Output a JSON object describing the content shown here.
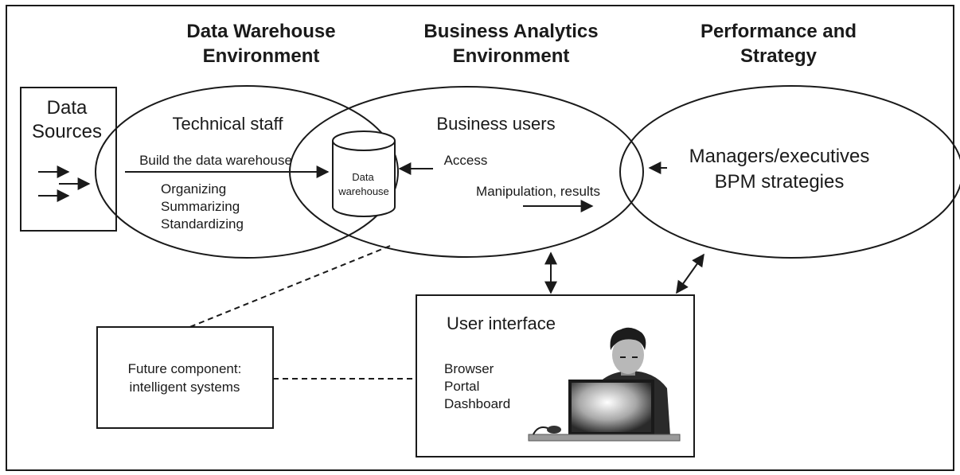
{
  "headers": {
    "data_warehouse_env": [
      "Data Warehouse",
      "Environment"
    ],
    "business_analytics_env": [
      "Business Analytics",
      "Environment"
    ],
    "performance_strategy": [
      "Performance and",
      "Strategy"
    ]
  },
  "data_sources": [
    "Data",
    "Sources"
  ],
  "dw_env": {
    "title": "Technical staff",
    "build_label": "Build the data warehouse",
    "activities": [
      "Organizing",
      "Summarizing",
      "Standardizing"
    ]
  },
  "warehouse": [
    "Data",
    "warehouse"
  ],
  "ba_env": {
    "title": "Business users",
    "access_label": "Access",
    "manipulation_label": "Manipulation, results"
  },
  "strategy_env": [
    "Managers/executives",
    "BPM strategies"
  ],
  "user_interface": {
    "title": "User interface",
    "items": [
      "Browser",
      "Portal",
      "Dashboard"
    ]
  },
  "future_component": [
    "Future component:",
    "intelligent systems"
  ]
}
